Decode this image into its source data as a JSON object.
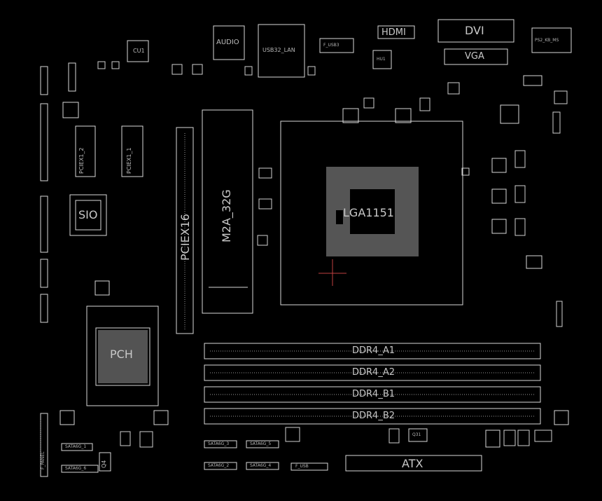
{
  "board": {
    "background": "#000000",
    "outline_color": "#d9d9d9",
    "marker_color": "#c04040"
  },
  "labels": {
    "cpu_socket": "LGA1151",
    "pciex16": "PCIEX16",
    "m2": "M2A_32G",
    "sio": "SIO",
    "pch": "PCH",
    "ddr_a1": "DDR4_A1",
    "ddr_a2": "DDR4_A2",
    "ddr_b1": "DDR4_B1",
    "ddr_b2": "DDR4_B2",
    "atx": "ATX",
    "hdmi": "HDMI",
    "dvi": "DVI",
    "vga": "VGA",
    "audio": "AUDIO",
    "usb_lan": "USB32_LAN",
    "usb3": "F_USB3",
    "pciex1_1": "PCIEX1_1",
    "pciex1_2": "PCIEX1_2",
    "cu1": "CU1",
    "hu1": "HU1",
    "q31": "Q31",
    "q4": "Q4",
    "panel": "F_PANEL",
    "sata1": "SATA6G_1",
    "sata2": "SATA6G_2",
    "sata3": "SATA6G_3",
    "sata4": "SATA6G_4",
    "sata5": "SATA6G_5",
    "sata6": "SATA6G_6",
    "ps2": "PS2_KB_MS",
    "f_usb": "F_USB"
  }
}
